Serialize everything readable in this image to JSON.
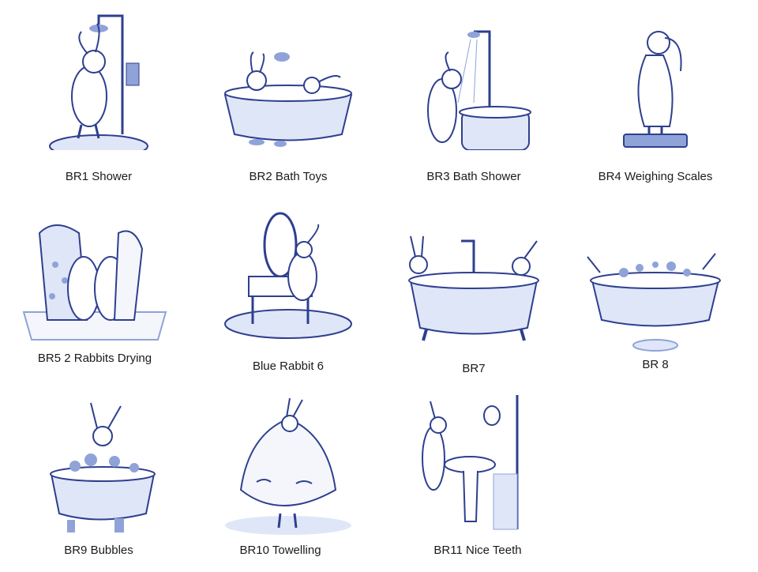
{
  "palette": {
    "ink": "#2e3f8f",
    "wash": "#8fa3d9",
    "pale": "#dfe6f7",
    "bg": "#ffffff"
  },
  "items": [
    {
      "label": "BR1 Shower",
      "icon": "rabbit-shower-illustration"
    },
    {
      "label": "BR2 Bath Toys",
      "icon": "rabbit-bath-toys-illustration"
    },
    {
      "label": "BR3 Bath Shower",
      "icon": "rabbit-bath-shower-illustration"
    },
    {
      "label": "BR4 Weighing Scales",
      "icon": "rabbit-weighing-scales-illustration"
    },
    {
      "label": "BR5 2 Rabbits Drying",
      "icon": "two-rabbits-drying-illustration"
    },
    {
      "label": "Blue Rabbit 6",
      "icon": "rabbit-dressing-table-illustration"
    },
    {
      "label": "BR7",
      "icon": "two-rabbits-bath-illustration"
    },
    {
      "label": "BR 8",
      "icon": "rabbits-bubble-bath-illustration"
    },
    {
      "label": "BR9 Bubbles",
      "icon": "rabbit-bubbles-illustration"
    },
    {
      "label": "BR10 Towelling",
      "icon": "rabbit-towelling-illustration"
    },
    {
      "label": "BR11 Nice Teeth",
      "icon": "rabbit-brushing-teeth-illustration"
    }
  ]
}
